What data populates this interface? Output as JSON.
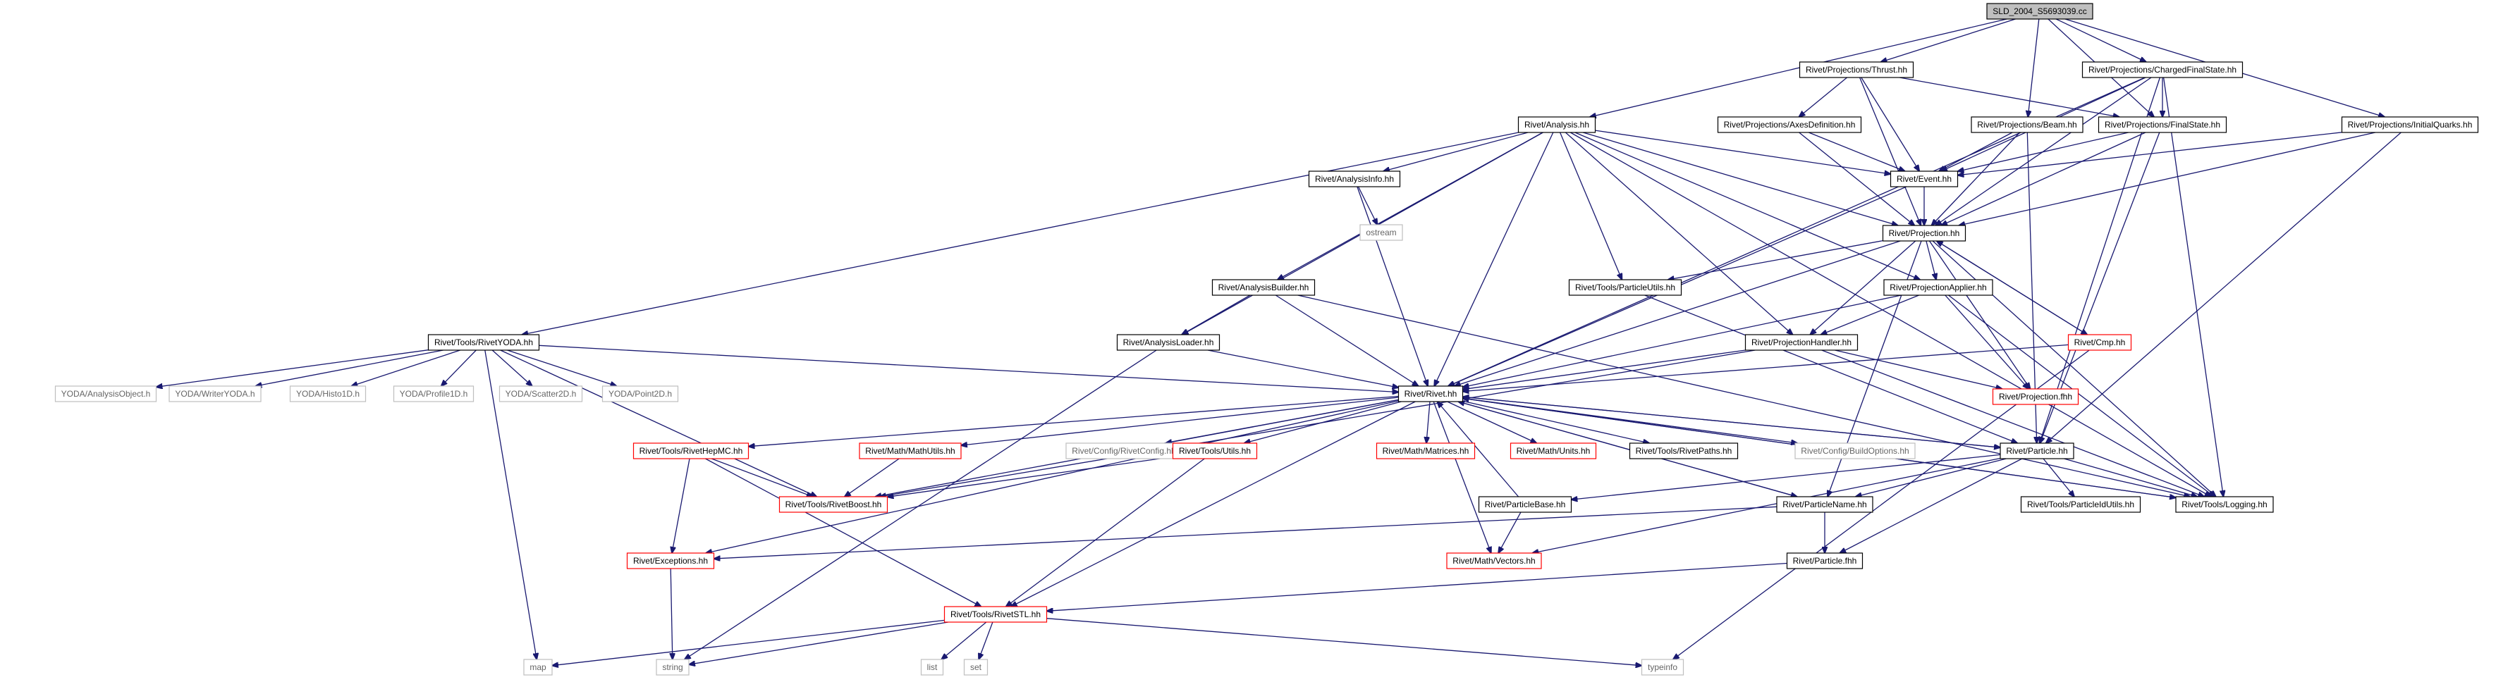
{
  "nodes": [
    {
      "id": "root",
      "label": "SLD_2004_S5693039.cc",
      "style": "root"
    },
    {
      "id": "thrust",
      "label": "Rivet/Projections/Thrust.hh",
      "style": "normal"
    },
    {
      "id": "cfs",
      "label": "Rivet/Projections/ChargedFinalState.hh",
      "style": "normal"
    },
    {
      "id": "analysis",
      "label": "Rivet/Analysis.hh",
      "style": "normal"
    },
    {
      "id": "axesdef",
      "label": "Rivet/Projections/AxesDefinition.hh",
      "style": "normal"
    },
    {
      "id": "beam",
      "label": "Rivet/Projections/Beam.hh",
      "style": "normal"
    },
    {
      "id": "fs",
      "label": "Rivet/Projections/FinalState.hh",
      "style": "normal"
    },
    {
      "id": "iq",
      "label": "Rivet/Projections/InitialQuarks.hh",
      "style": "normal"
    },
    {
      "id": "ainfo",
      "label": "Rivet/AnalysisInfo.hh",
      "style": "normal"
    },
    {
      "id": "event",
      "label": "Rivet/Event.hh",
      "style": "normal"
    },
    {
      "id": "ostream",
      "label": "ostream",
      "style": "ext"
    },
    {
      "id": "projection",
      "label": "Rivet/Projection.hh",
      "style": "normal"
    },
    {
      "id": "abuilder",
      "label": "Rivet/AnalysisBuilder.hh",
      "style": "normal"
    },
    {
      "id": "putils",
      "label": "Rivet/Tools/ParticleUtils.hh",
      "style": "normal"
    },
    {
      "id": "papplier",
      "label": "Rivet/ProjectionApplier.hh",
      "style": "normal"
    },
    {
      "id": "ryoda",
      "label": "Rivet/Tools/RivetYODA.hh",
      "style": "normal"
    },
    {
      "id": "aloader",
      "label": "Rivet/AnalysisLoader.hh",
      "style": "normal"
    },
    {
      "id": "phandler",
      "label": "Rivet/ProjectionHandler.hh",
      "style": "normal"
    },
    {
      "id": "cmp",
      "label": "Rivet/Cmp.hh",
      "style": "red"
    },
    {
      "id": "yao",
      "label": "YODA/AnalysisObject.h",
      "style": "ext"
    },
    {
      "id": "ywy",
      "label": "YODA/WriterYODA.h",
      "style": "ext"
    },
    {
      "id": "yh1",
      "label": "YODA/Histo1D.h",
      "style": "ext"
    },
    {
      "id": "yp1",
      "label": "YODA/Profile1D.h",
      "style": "ext"
    },
    {
      "id": "ys2",
      "label": "YODA/Scatter2D.h",
      "style": "ext"
    },
    {
      "id": "yp2",
      "label": "YODA/Point2D.h",
      "style": "ext"
    },
    {
      "id": "rivet",
      "label": "Rivet/Rivet.hh",
      "style": "normal"
    },
    {
      "id": "pfhh",
      "label": "Rivet/Projection.fhh",
      "style": "red"
    },
    {
      "id": "hepmc",
      "label": "Rivet/Tools/RivetHepMC.hh",
      "style": "red"
    },
    {
      "id": "mathutils",
      "label": "Rivet/Math/MathUtils.hh",
      "style": "red"
    },
    {
      "id": "cfgrivet",
      "label": "Rivet/Config/RivetConfig.hh",
      "style": "ext"
    },
    {
      "id": "tutils",
      "label": "Rivet/Tools/Utils.hh",
      "style": "red"
    },
    {
      "id": "matrices",
      "label": "Rivet/Math/Matrices.hh",
      "style": "red"
    },
    {
      "id": "units",
      "label": "Rivet/Math/Units.hh",
      "style": "red"
    },
    {
      "id": "paths",
      "label": "Rivet/Tools/RivetPaths.hh",
      "style": "normal"
    },
    {
      "id": "buildopts",
      "label": "Rivet/Config/BuildOptions.hh",
      "style": "ext"
    },
    {
      "id": "particle",
      "label": "Rivet/Particle.hh",
      "style": "normal"
    },
    {
      "id": "boost",
      "label": "Rivet/Tools/RivetBoost.hh",
      "style": "red"
    },
    {
      "id": "pbase",
      "label": "Rivet/ParticleBase.hh",
      "style": "normal"
    },
    {
      "id": "pname",
      "label": "Rivet/ParticleName.hh",
      "style": "normal"
    },
    {
      "id": "pidutils",
      "label": "Rivet/Tools/ParticleIdUtils.hh",
      "style": "normal"
    },
    {
      "id": "logging",
      "label": "Rivet/Tools/Logging.hh",
      "style": "normal"
    },
    {
      "id": "exceptions",
      "label": "Rivet/Exceptions.hh",
      "style": "red"
    },
    {
      "id": "vectors",
      "label": "Rivet/Math/Vectors.hh",
      "style": "red"
    },
    {
      "id": "pfhh2",
      "label": "Rivet/Particle.fhh",
      "style": "normal"
    },
    {
      "id": "stl",
      "label": "Rivet/Tools/RivetSTL.hh",
      "style": "red"
    },
    {
      "id": "map",
      "label": "map",
      "style": "ext"
    },
    {
      "id": "string",
      "label": "string",
      "style": "ext"
    },
    {
      "id": "list",
      "label": "list",
      "style": "ext"
    },
    {
      "id": "set",
      "label": "set",
      "style": "ext"
    },
    {
      "id": "typeinfo",
      "label": "typeinfo",
      "style": "ext"
    }
  ],
  "edges": [
    [
      "root",
      "thrust"
    ],
    [
      "root",
      "cfs"
    ],
    [
      "root",
      "analysis"
    ],
    [
      "root",
      "beam"
    ],
    [
      "root",
      "fs"
    ],
    [
      "root",
      "iq"
    ],
    [
      "thrust",
      "axesdef"
    ],
    [
      "thrust",
      "fs"
    ],
    [
      "thrust",
      "event"
    ],
    [
      "thrust",
      "projection"
    ],
    [
      "cfs",
      "fs"
    ],
    [
      "cfs",
      "event"
    ],
    [
      "cfs",
      "projection"
    ],
    [
      "cfs",
      "rivet"
    ],
    [
      "cfs",
      "particle"
    ],
    [
      "cfs",
      "logging"
    ],
    [
      "analysis",
      "ainfo"
    ],
    [
      "analysis",
      "event"
    ],
    [
      "analysis",
      "projection"
    ],
    [
      "analysis",
      "abuilder"
    ],
    [
      "analysis",
      "putils"
    ],
    [
      "analysis",
      "papplier"
    ],
    [
      "analysis",
      "ryoda"
    ],
    [
      "analysis",
      "aloader"
    ],
    [
      "analysis",
      "phandler"
    ],
    [
      "analysis",
      "rivet"
    ],
    [
      "analysis",
      "logging"
    ],
    [
      "axesdef",
      "event"
    ],
    [
      "axesdef",
      "projection"
    ],
    [
      "beam",
      "event"
    ],
    [
      "beam",
      "projection"
    ],
    [
      "beam",
      "particle"
    ],
    [
      "fs",
      "event"
    ],
    [
      "fs",
      "projection"
    ],
    [
      "fs",
      "particle"
    ],
    [
      "iq",
      "event"
    ],
    [
      "iq",
      "projection"
    ],
    [
      "iq",
      "particle"
    ],
    [
      "ainfo",
      "ostream"
    ],
    [
      "ainfo",
      "rivet"
    ],
    [
      "event",
      "projection"
    ],
    [
      "event",
      "rivet"
    ],
    [
      "projection",
      "putils"
    ],
    [
      "projection",
      "papplier"
    ],
    [
      "projection",
      "phandler"
    ],
    [
      "projection",
      "cmp"
    ],
    [
      "projection",
      "rivet"
    ],
    [
      "projection",
      "pfhh"
    ],
    [
      "projection",
      "logging"
    ],
    [
      "projection",
      "pname"
    ],
    [
      "abuilder",
      "aloader"
    ],
    [
      "abuilder",
      "rivet"
    ],
    [
      "abuilder",
      "logging"
    ],
    [
      "putils",
      "particle"
    ],
    [
      "papplier",
      "phandler"
    ],
    [
      "papplier",
      "rivet"
    ],
    [
      "papplier",
      "pfhh"
    ],
    [
      "papplier",
      "logging"
    ],
    [
      "ryoda",
      "yao"
    ],
    [
      "ryoda",
      "ywy"
    ],
    [
      "ryoda",
      "yh1"
    ],
    [
      "ryoda",
      "yp1"
    ],
    [
      "ryoda",
      "ys2"
    ],
    [
      "ryoda",
      "yp2"
    ],
    [
      "ryoda",
      "rivet"
    ],
    [
      "ryoda",
      "boost"
    ],
    [
      "ryoda",
      "map"
    ],
    [
      "aloader",
      "rivet"
    ],
    [
      "aloader",
      "string"
    ],
    [
      "phandler",
      "rivet"
    ],
    [
      "phandler",
      "pfhh"
    ],
    [
      "phandler",
      "logging"
    ],
    [
      "phandler",
      "boost"
    ],
    [
      "cmp",
      "projection"
    ],
    [
      "cmp",
      "rivet"
    ],
    [
      "cmp",
      "typeinfo"
    ],
    [
      "rivet",
      "hepmc"
    ],
    [
      "rivet",
      "mathutils"
    ],
    [
      "rivet",
      "cfgrivet"
    ],
    [
      "rivet",
      "tutils"
    ],
    [
      "rivet",
      "matrices"
    ],
    [
      "rivet",
      "units"
    ],
    [
      "rivet",
      "paths"
    ],
    [
      "rivet",
      "buildopts"
    ],
    [
      "rivet",
      "particle"
    ],
    [
      "rivet",
      "boost"
    ],
    [
      "rivet",
      "exceptions"
    ],
    [
      "rivet",
      "vectors"
    ],
    [
      "rivet",
      "stl"
    ],
    [
      "rivet",
      "pname"
    ],
    [
      "rivet",
      "logging"
    ],
    [
      "hepmc",
      "boost"
    ],
    [
      "hepmc",
      "exceptions"
    ],
    [
      "hepmc",
      "stl"
    ],
    [
      "mathutils",
      "boost"
    ],
    [
      "tutils",
      "boost"
    ],
    [
      "tutils",
      "stl"
    ],
    [
      "particle",
      "rivet"
    ],
    [
      "particle",
      "pbase"
    ],
    [
      "particle",
      "pname"
    ],
    [
      "particle",
      "pidutils"
    ],
    [
      "particle",
      "logging"
    ],
    [
      "particle",
      "vectors"
    ],
    [
      "particle",
      "pfhh2"
    ],
    [
      "pbase",
      "vectors"
    ],
    [
      "pbase",
      "rivet"
    ],
    [
      "pname",
      "rivet"
    ],
    [
      "pname",
      "exceptions"
    ],
    [
      "pname",
      "pfhh2"
    ],
    [
      "logging",
      "rivet"
    ],
    [
      "exceptions",
      "string"
    ],
    [
      "pfhh2",
      "stl"
    ],
    [
      "stl",
      "map"
    ],
    [
      "stl",
      "string"
    ],
    [
      "stl",
      "list"
    ],
    [
      "stl",
      "set"
    ],
    [
      "stl",
      "typeinfo"
    ]
  ]
}
